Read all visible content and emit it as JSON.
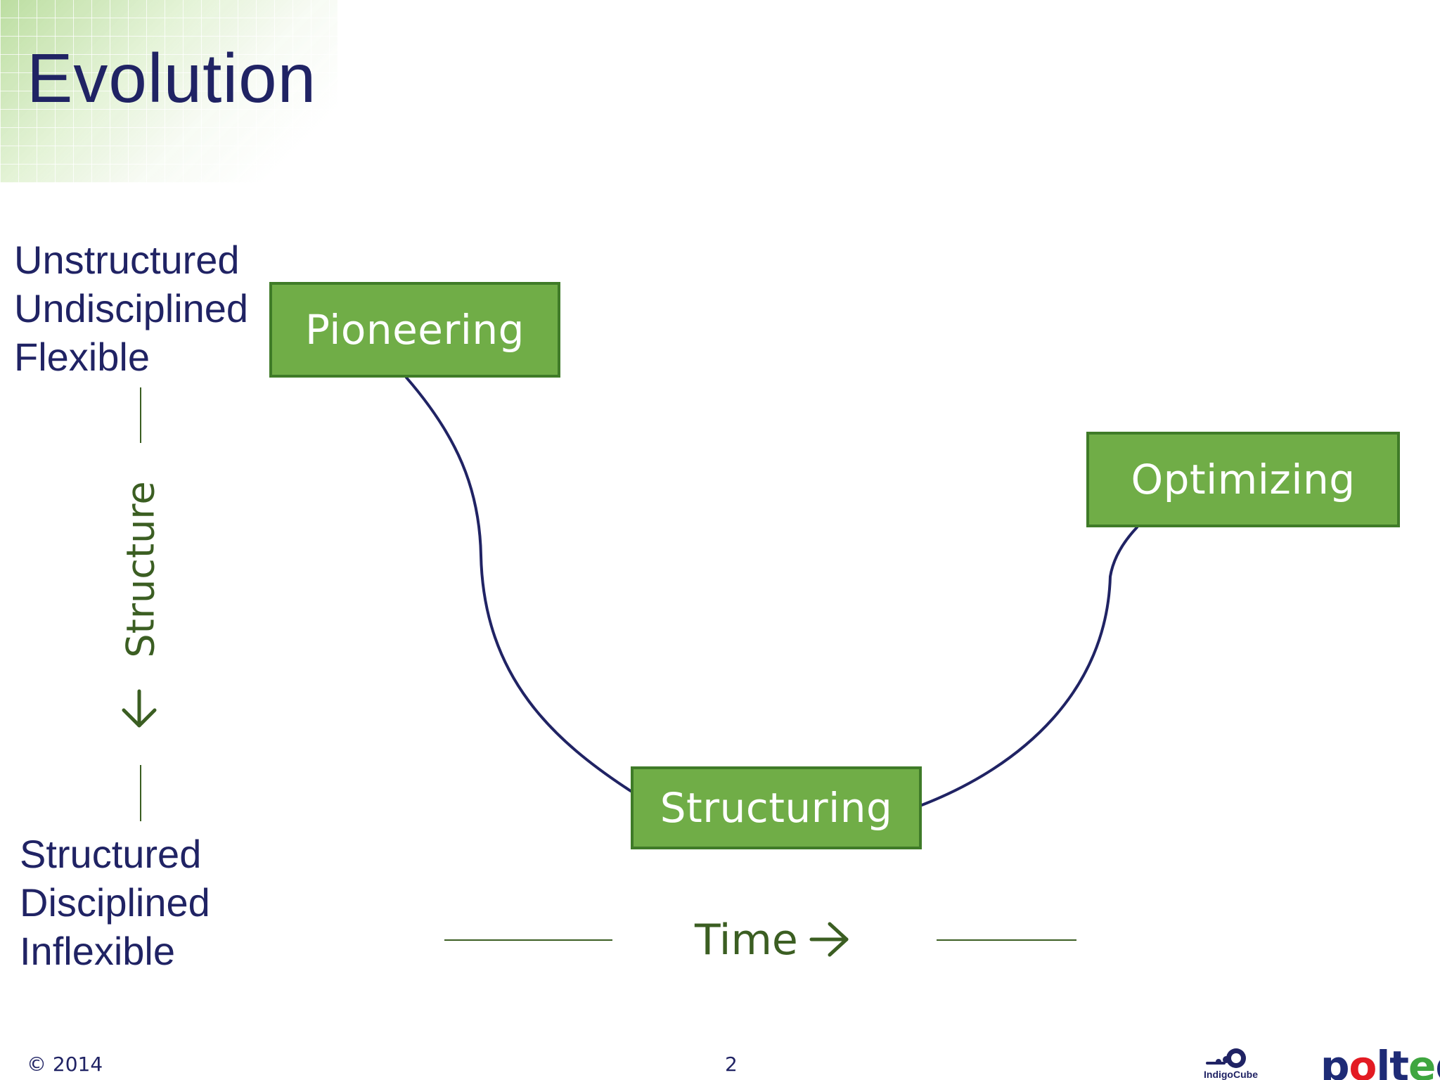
{
  "slide": {
    "title": "Evolution",
    "top_labels": [
      "Unstructured",
      "Undisciplined",
      "Flexible"
    ],
    "bottom_labels": [
      "Structured",
      "Disciplined",
      "Inflexible"
    ],
    "stages": [
      {
        "label": "Pioneering"
      },
      {
        "label": "Optimizing"
      },
      {
        "label": "Structuring"
      }
    ],
    "structure_axis_label": "Structure",
    "time_axis_label": "Time",
    "footer": {
      "copyright": "© 2014",
      "page": "2"
    },
    "logos": {
      "indigo": "IndigoCube",
      "polteq": "polteq"
    }
  },
  "colors": {
    "title": "#202364",
    "box_fill": "#70AD47",
    "box_border": "#3F7B28",
    "curve": "#202364",
    "axis_green": "#3B5E22",
    "polteq_red": "#E31B23",
    "polteq_green": "#3FA640"
  },
  "icons": {
    "structure_arrow": "arrow-down-icon",
    "time_arrow": "arrow-right-icon"
  }
}
